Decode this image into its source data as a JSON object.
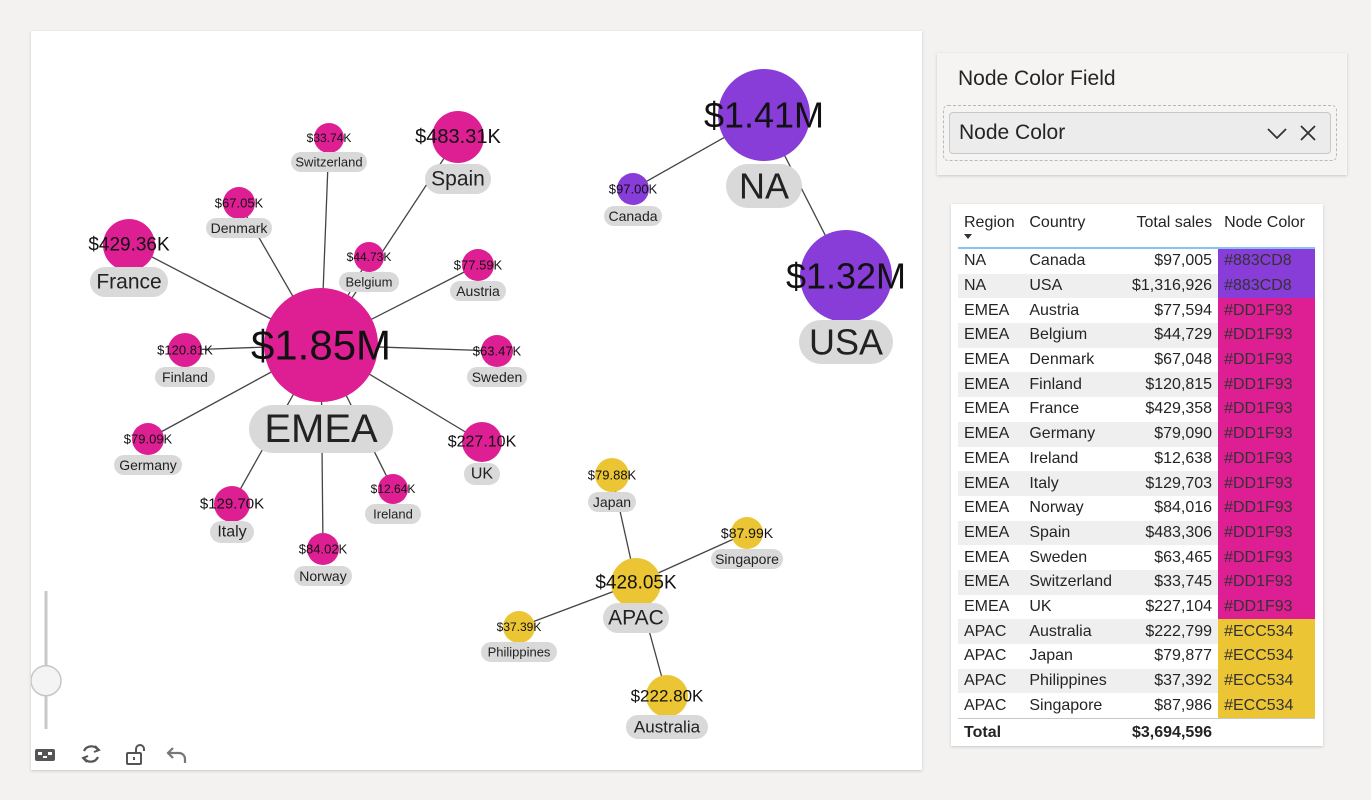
{
  "network": {
    "regions": [
      {
        "name": "EMEA",
        "value": "$1.85M",
        "color": "#DD1F93"
      },
      {
        "name": "NA",
        "value": "$1.41M",
        "color": "#883CD8"
      },
      {
        "name": "APAC",
        "value": "$428.05K",
        "color": "#ECC534"
      }
    ],
    "countries": [
      {
        "name": "Switzerland",
        "value": "$33.74K",
        "region": "EMEA"
      },
      {
        "name": "Spain",
        "value": "$483.31K",
        "region": "EMEA"
      },
      {
        "name": "Denmark",
        "value": "$67.05K",
        "region": "EMEA"
      },
      {
        "name": "France",
        "value": "$429.36K",
        "region": "EMEA"
      },
      {
        "name": "Belgium",
        "value": "$44.73K",
        "region": "EMEA"
      },
      {
        "name": "Austria",
        "value": "$77.59K",
        "region": "EMEA"
      },
      {
        "name": "Finland",
        "value": "$120.81K",
        "region": "EMEA"
      },
      {
        "name": "Sweden",
        "value": "$63.47K",
        "region": "EMEA"
      },
      {
        "name": "Germany",
        "value": "$79.09K",
        "region": "EMEA"
      },
      {
        "name": "UK",
        "value": "$227.10K",
        "region": "EMEA"
      },
      {
        "name": "Ireland",
        "value": "$12.64K",
        "region": "EMEA"
      },
      {
        "name": "Italy",
        "value": "$129.70K",
        "region": "EMEA"
      },
      {
        "name": "Norway",
        "value": "$84.02K",
        "region": "EMEA"
      },
      {
        "name": "Canada",
        "value": "$97.00K",
        "region": "NA"
      },
      {
        "name": "USA",
        "value": "$1.32M",
        "region": "NA"
      },
      {
        "name": "Japan",
        "value": "$79.88K",
        "region": "APAC"
      },
      {
        "name": "Singapore",
        "value": "$87.99K",
        "region": "APAC"
      },
      {
        "name": "Philippines",
        "value": "$37.39K",
        "region": "APAC"
      },
      {
        "name": "Australia",
        "value": "$222.80K",
        "region": "APAC"
      }
    ],
    "zoom_level": 0.35
  },
  "toolbar": {
    "icons": [
      "screenshot-icon",
      "refresh-icon",
      "unlock-icon",
      "undo-icon"
    ]
  },
  "filter": {
    "title": "Node Color Field",
    "selected": "Node Color"
  },
  "table": {
    "columns": [
      "Region",
      "Country",
      "Total sales",
      "Node Color"
    ],
    "rows": [
      [
        "NA",
        "Canada",
        "$97,005",
        "#883CD8"
      ],
      [
        "NA",
        "USA",
        "$1,316,926",
        "#883CD8"
      ],
      [
        "EMEA",
        "Austria",
        "$77,594",
        "#DD1F93"
      ],
      [
        "EMEA",
        "Belgium",
        "$44,729",
        "#DD1F93"
      ],
      [
        "EMEA",
        "Denmark",
        "$67,048",
        "#DD1F93"
      ],
      [
        "EMEA",
        "Finland",
        "$120,815",
        "#DD1F93"
      ],
      [
        "EMEA",
        "France",
        "$429,358",
        "#DD1F93"
      ],
      [
        "EMEA",
        "Germany",
        "$79,090",
        "#DD1F93"
      ],
      [
        "EMEA",
        "Ireland",
        "$12,638",
        "#DD1F93"
      ],
      [
        "EMEA",
        "Italy",
        "$129,703",
        "#DD1F93"
      ],
      [
        "EMEA",
        "Norway",
        "$84,016",
        "#DD1F93"
      ],
      [
        "EMEA",
        "Spain",
        "$483,306",
        "#DD1F93"
      ],
      [
        "EMEA",
        "Sweden",
        "$63,465",
        "#DD1F93"
      ],
      [
        "EMEA",
        "Switzerland",
        "$33,745",
        "#DD1F93"
      ],
      [
        "EMEA",
        "UK",
        "$227,104",
        "#DD1F93"
      ],
      [
        "APAC",
        "Australia",
        "$222,799",
        "#ECC534"
      ],
      [
        "APAC",
        "Japan",
        "$79,877",
        "#ECC534"
      ],
      [
        "APAC",
        "Philippines",
        "$37,392",
        "#ECC534"
      ],
      [
        "APAC",
        "Singapore",
        "$87,986",
        "#ECC534"
      ]
    ],
    "total_label": "Total",
    "total_value": "$3,694,596"
  }
}
